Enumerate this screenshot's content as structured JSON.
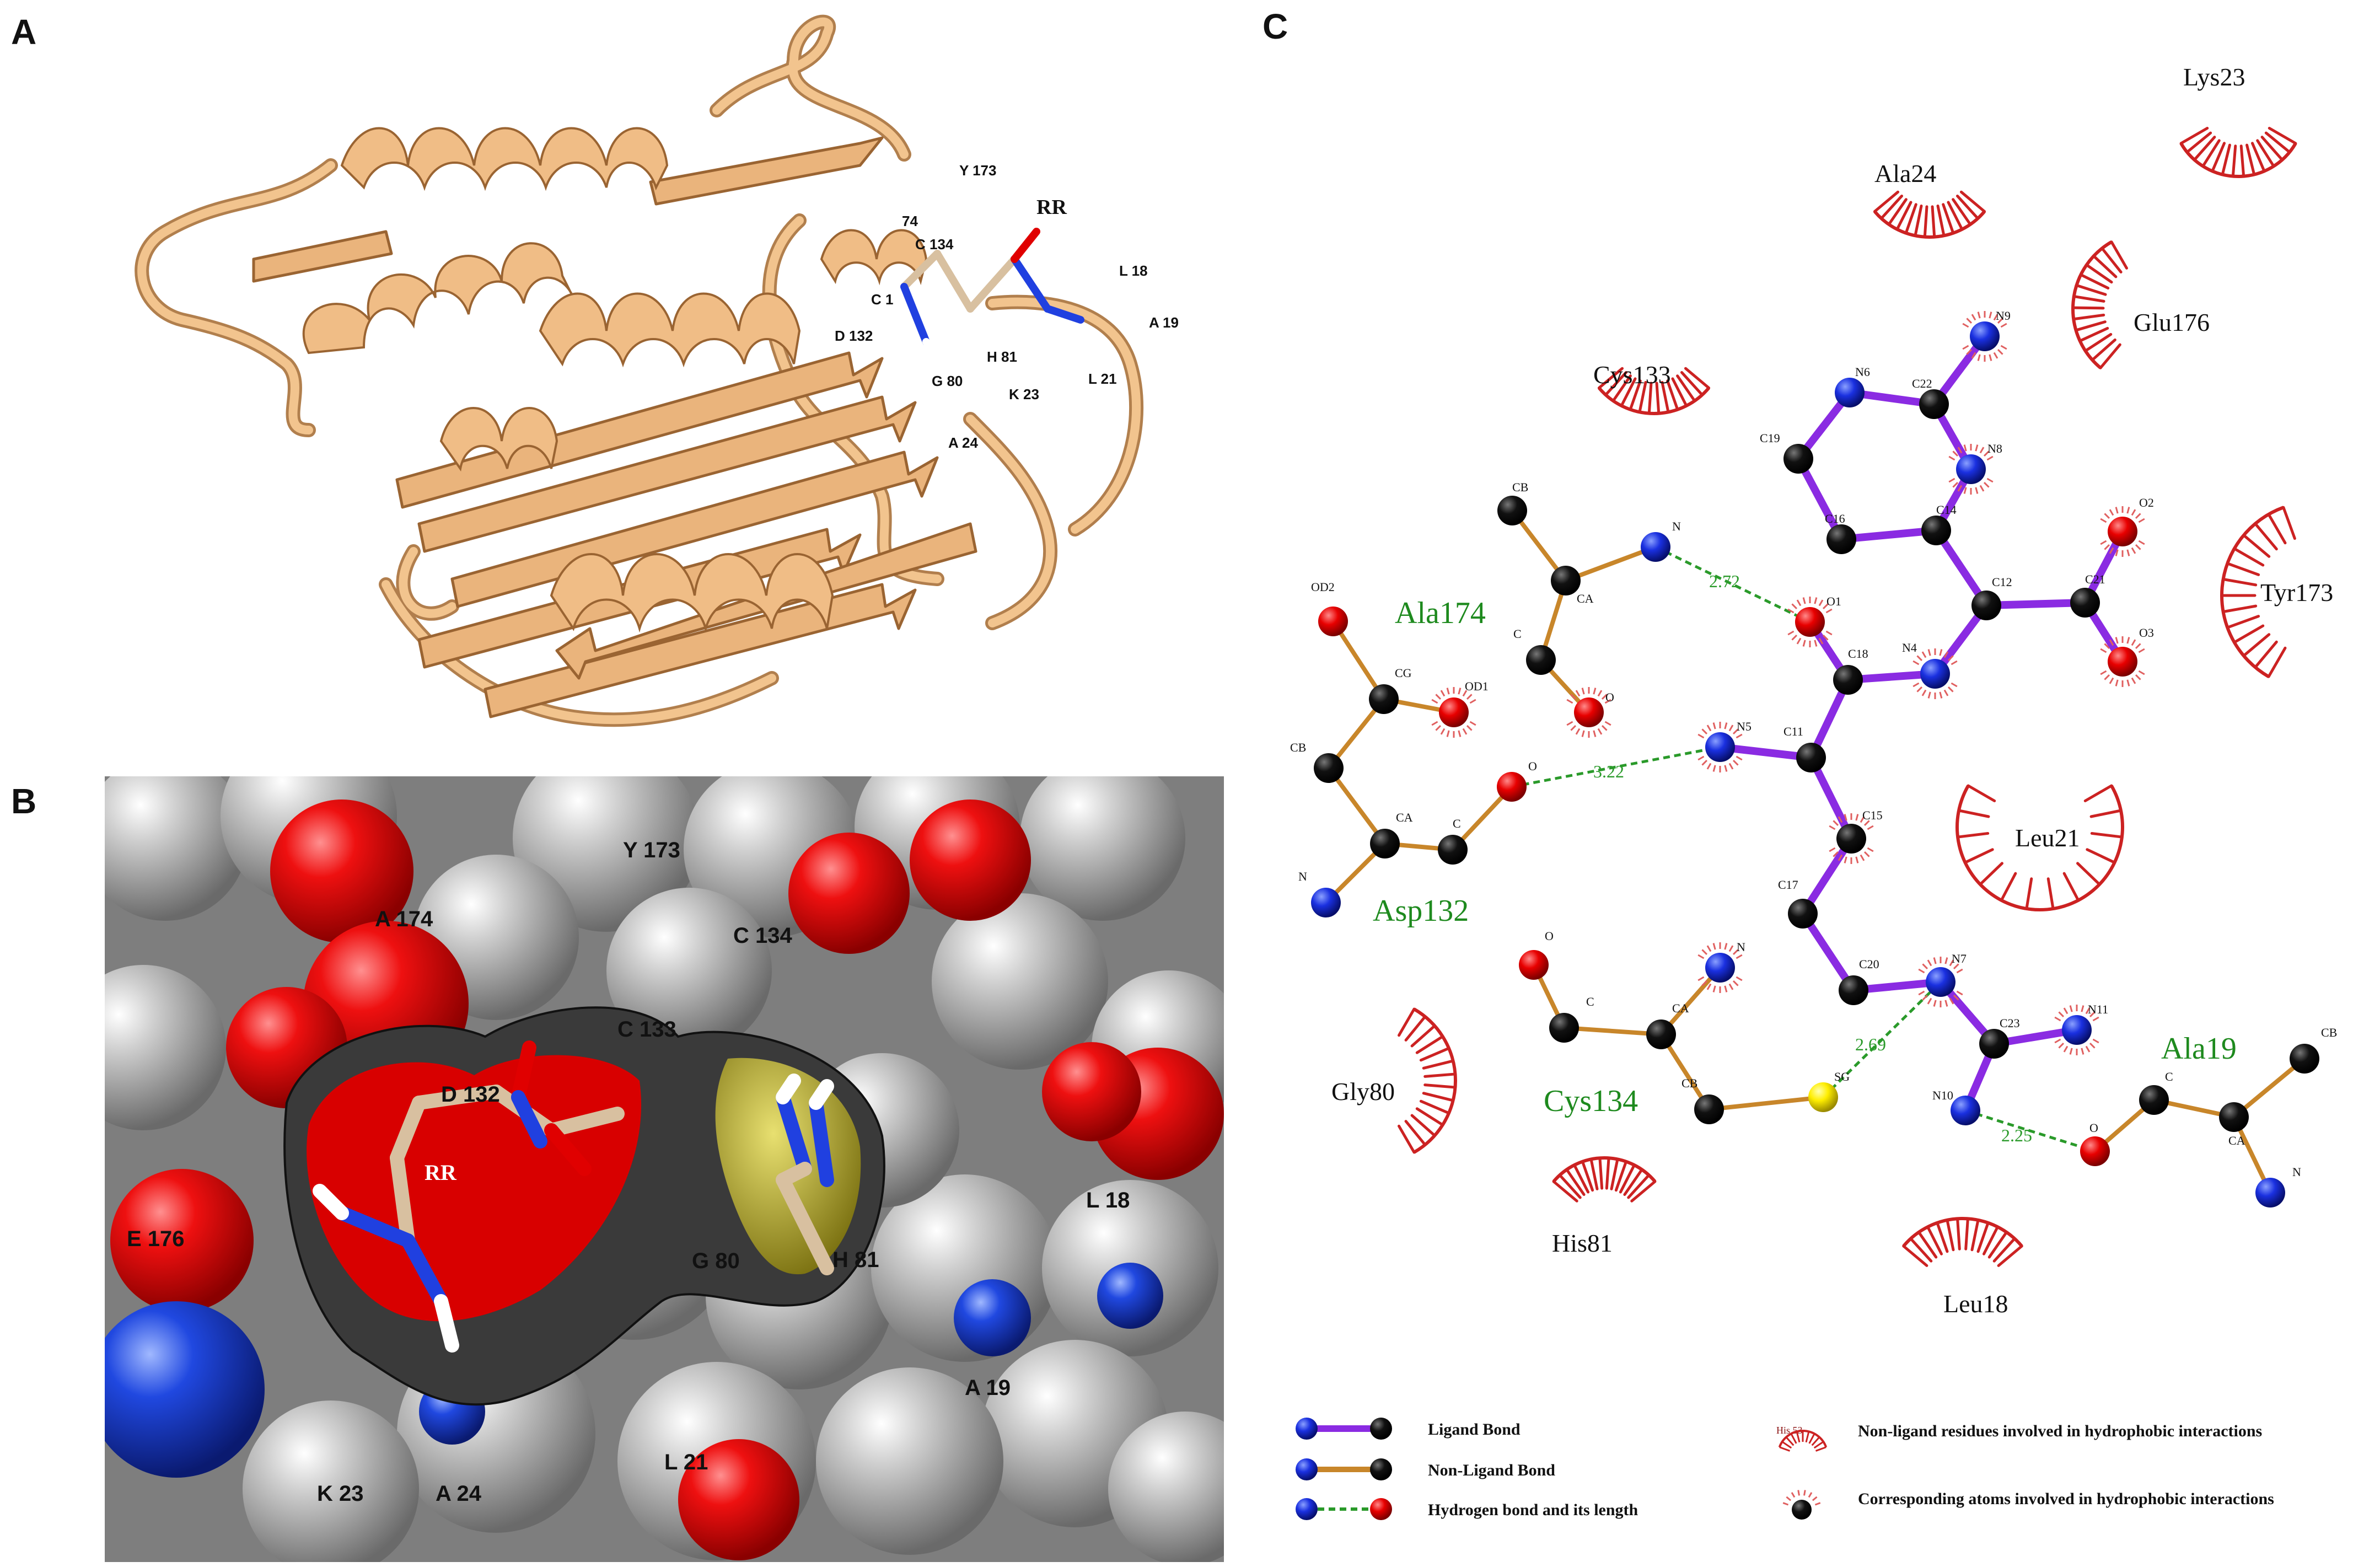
{
  "panels": {
    "a": "A",
    "b": "B",
    "c": "C"
  },
  "panel_a": {
    "ligand_label": "RR",
    "residues": [
      "Y 173",
      "C 134",
      "C 1",
      "D 132",
      "H 81",
      "G 80",
      "K 23",
      "L 21",
      "A 19",
      "L 18",
      "A 24",
      "74"
    ]
  },
  "panel_b": {
    "ligand_label": "RR",
    "residues": [
      "Y 173",
      "A 174",
      "C 134",
      "C 133",
      "D 132",
      "E 176",
      "G 80",
      "H 81",
      "L 18",
      "A 19",
      "K 23",
      "A 24",
      "L 21"
    ]
  },
  "panel_c": {
    "hydrophobic_residues": [
      "Lys23",
      "Ala24",
      "Glu176",
      "Cys133",
      "Tyr173",
      "Leu21",
      "Gly80",
      "His81",
      "Leu18"
    ],
    "bonded_residues": [
      "Ala174",
      "Asp132",
      "Cys134",
      "Ala19"
    ],
    "hbond_lengths": [
      "2.72",
      "3.22",
      "2.69",
      "2.25"
    ],
    "ligand_atoms": [
      "N9",
      "N6",
      "C22",
      "C19",
      "N8",
      "C16",
      "C14",
      "O2",
      "C12",
      "C21",
      "O3",
      "O1",
      "C18",
      "N4",
      "N5",
      "C11",
      "C15",
      "C17",
      "C20",
      "N7",
      "C23",
      "N11",
      "N10"
    ],
    "ala174_atoms": [
      "CB",
      "N",
      "CA",
      "C",
      "O"
    ],
    "asp132_atoms": [
      "OD2",
      "CG",
      "OD1",
      "CB",
      "CA",
      "C",
      "O",
      "N"
    ],
    "cys134_atoms": [
      "O",
      "C",
      "CA",
      "N",
      "CB",
      "SG"
    ],
    "ala19_atoms": [
      "CB",
      "C",
      "O",
      "CA",
      "N"
    ],
    "legend": {
      "ligand_bond": "Ligand Bond",
      "non_ligand_bond": "Non-Ligand Bond",
      "hydrogen_bond": "Hydrogen bond and its length",
      "hydrophobic_residues": "Non-ligand residues involved in hydrophobic interactions",
      "hydrophobic_atoms": "Corresponding atoms involved in hydrophobic interactions",
      "sample_residue": "His 53"
    }
  },
  "colors": {
    "ribbon": "#e8b07a",
    "oxygen": "#e00000",
    "nitrogen": "#1530d8",
    "carbon": "#000000",
    "sulfur": "#ffee00",
    "ligand_bond": "#8a2be2",
    "nonligand_bond": "#c8862a",
    "hbond": "#2a9a2a",
    "hydrophobic": "#cc2222"
  }
}
